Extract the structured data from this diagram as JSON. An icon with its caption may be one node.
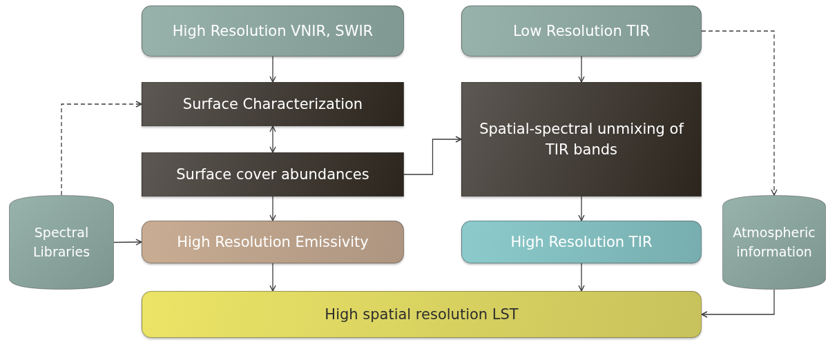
{
  "diagram": {
    "nodes": [
      {
        "text": [
          "High Resolution VNIR, SWIR"
        ]
      },
      {
        "text": [
          "Low Resolution TIR"
        ]
      },
      {
        "text": [
          "Surface Characterization"
        ]
      },
      {
        "text": [
          "Spatial-spectral unmixing of TIR bands"
        ]
      },
      {
        "text": [
          "Surface cover abundances"
        ]
      },
      {
        "text": [
          "Spectral Libraries"
        ]
      },
      {
        "text": [
          "High Resolution Emissivity"
        ]
      },
      {
        "text": [
          "High Resolution TIR"
        ]
      },
      {
        "text": [
          "Atmospheric information"
        ]
      },
      {
        "text": [
          "High spatial resolution LST"
        ]
      }
    ],
    "edges": [
      {
        "from": 0,
        "to": 2,
        "arrow": "to"
      },
      {
        "from": 2,
        "to": 4,
        "arrow": "both"
      },
      {
        "from": 5,
        "to": 2,
        "arrow": "to",
        "style": "dashed"
      },
      {
        "from": 1,
        "to": 3,
        "arrow": "to"
      },
      {
        "from": 4,
        "to": 3,
        "arrow": "to"
      },
      {
        "from": 1,
        "to": 8,
        "arrow": "to",
        "style": "dashed"
      },
      {
        "from": 4,
        "to": 6,
        "arrow": "to"
      },
      {
        "from": 5,
        "to": 6,
        "arrow": "to"
      },
      {
        "from": 3,
        "to": 7,
        "arrow": "to"
      },
      {
        "from": 6,
        "to": 9,
        "arrow": "to"
      },
      {
        "from": 7,
        "to": 9,
        "arrow": "to"
      },
      {
        "from": 8,
        "to": 9,
        "arrow": "to"
      }
    ]
  }
}
